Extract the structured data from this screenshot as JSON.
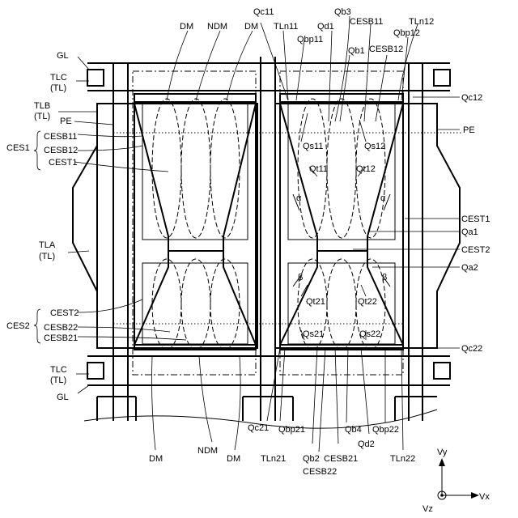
{
  "labels": {
    "DM_top_left": "DM",
    "NDM_top": "NDM",
    "DM_top_right": "DM",
    "Qc11": "Qc11",
    "Qb3": "Qb3",
    "TLn12": "TLn12",
    "TLn11": "TLn11",
    "Qd1": "Qd1",
    "CESB11_top": "CESB11",
    "Qbp12": "Qbp12",
    "Qbp11": "Qbp11",
    "Qb1": "Qb1",
    "CESB12_top": "CESB12",
    "GL_top": "GL",
    "TLC_top": "TLC",
    "TL_tlc_top": "(TL)",
    "TLB": "TLB",
    "TL_tlb": "(TL)",
    "PE_left": "PE",
    "CESB11_left": "CESB11",
    "CES1": "CES1",
    "CESB12_left": "CESB12",
    "CEST1_left": "CEST1",
    "Qc12": "Qc12",
    "PE_right": "PE",
    "Qs11": "Qs11",
    "Qs12": "Qs12",
    "Qt11": "Qt11",
    "Qt12": "Qt12",
    "alpha_left": "α",
    "alpha_right": "α",
    "CEST1_right": "CEST1",
    "Qa1": "Qa1",
    "TLA": "TLA",
    "TL_tla": "(TL)",
    "CEST2_right": "CEST2",
    "Qa2": "Qa2",
    "beta_left": "β",
    "beta_right": "β",
    "Qt21": "Qt21",
    "Qt22": "Qt22",
    "CEST2_left": "CEST2",
    "CES2": "CES2",
    "CESB22_left": "CESB22",
    "CESB21_left": "CESB21",
    "Qs21": "Qs21",
    "Qs22": "Qs22",
    "Qc22": "Qc22",
    "TLC_bottom": "TLC",
    "TL_tlc_bottom": "(TL)",
    "GL_bottom": "GL",
    "Qc21": "Qc21",
    "Qbp21": "Qbp21",
    "Qb4": "Qb4",
    "Qbp22": "Qbp22",
    "DM_bottom_left": "DM",
    "NDM_bottom": "NDM",
    "DM_bottom_right": "DM",
    "TLn21": "TLn21",
    "Qb2": "Qb2",
    "CESB21_bottom": "CESB21",
    "Qd2": "Qd2",
    "TLn22": "TLn22",
    "CESB22_bottom": "CESB22",
    "Vy": "Vy",
    "Vx": "Vx",
    "Vz": "Vz"
  }
}
